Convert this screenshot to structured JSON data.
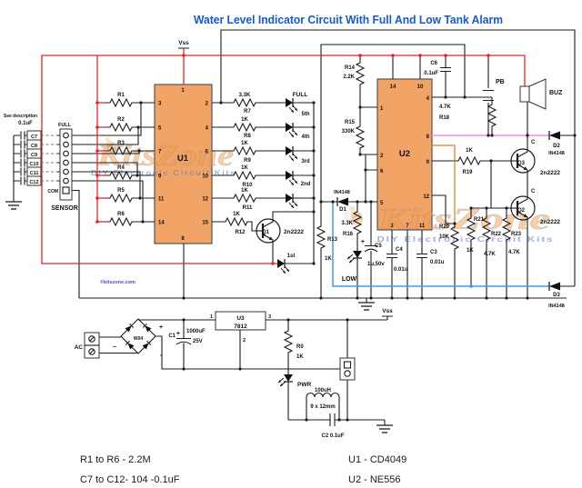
{
  "title": "Water Level Indicator Circuit With Full And Low Tank Alarm",
  "watermark": {
    "brand": "KitsZone",
    "tagline": "DIY Electronic Circuit Kits",
    "site": "©kitszone.com"
  },
  "sensor": {
    "heading": "SENSOR",
    "full": "FULL",
    "com": "COM",
    "note_line1": "See description",
    "note_line2": "0.1uF",
    "caps": [
      "C7",
      "C8",
      "C9",
      "C10",
      "C11",
      "C12"
    ]
  },
  "supply": {
    "vss_top": "Vss",
    "vss_psu": "Vss"
  },
  "u1": {
    "label": "U1",
    "pin_top": "1",
    "pin_bottom": "8",
    "pins_left": [
      "3",
      "5",
      "7",
      "9",
      "11",
      "14"
    ],
    "pins_right": [
      "2",
      "4",
      "6",
      "10",
      "12",
      "15"
    ]
  },
  "input_resistors": [
    "R1",
    "R2",
    "R3",
    "R4",
    "R5",
    "R6"
  ],
  "led_column": {
    "rows": [
      {
        "value": "3.3K",
        "ref": "R7",
        "level": "FULL"
      },
      {
        "value": "1K",
        "ref": "R8",
        "level": "5th"
      },
      {
        "value": "1K",
        "ref": "R9",
        "level": "4th"
      },
      {
        "value": "1K",
        "ref": "R10",
        "level": "3rd"
      },
      {
        "value": "1K",
        "ref": "R11",
        "level": "2nd"
      }
    ],
    "first_level": "1st"
  },
  "q1": {
    "ref": "Q1",
    "part": "2n2222",
    "base_res_value": "1K",
    "base_res_ref": "R12"
  },
  "r13": {
    "ref": "R13",
    "value": "1K"
  },
  "low_section": {
    "d1_ref": "D1",
    "d1_part": "IN4148",
    "r16_value": "3.3K",
    "r16_ref": "R16",
    "led": "LOW",
    "c5_plus": "+",
    "c5_ref": "C5",
    "c5_value": "1u,50v"
  },
  "u2": {
    "label": "U2",
    "pins_top": [
      "14",
      "10"
    ],
    "pins_left": [
      "1",
      "2",
      "6",
      "5"
    ],
    "pins_right": [
      "4",
      "8",
      "9",
      "12"
    ],
    "pins_bottom": [
      "3",
      "7",
      "11"
    ],
    "r14_ref": "R14",
    "r14_value": "2.2K",
    "r15_ref": "R15",
    "r15_value": "330K",
    "c6_ref": "C6",
    "c6_value": "0.1uF",
    "c4_ref": "C4",
    "c4_value": "0.01u",
    "c3_ref": "C3",
    "c3_value": "0.01u"
  },
  "alarm": {
    "r18_value": "4.7K",
    "r18_ref": "R18",
    "pb": "PB",
    "buzzer": "BUZ",
    "r19_value": "1K",
    "r19_ref": "R19",
    "q3_ref": "Q3",
    "q3_part": "2n2222",
    "q3_c": "C",
    "q2_ref": "Q2",
    "q2_part": "2n2222",
    "q2_c": "C",
    "d2_ref": "D2",
    "d2_part": "IN4148",
    "d3_ref": "D3",
    "d3_part": "IN4148",
    "r20_ref": "R20",
    "r20_value": "10K",
    "r21_ref": "R21",
    "r21_value": "1K",
    "r22_ref": "R22",
    "r22_value": "4.7K",
    "r23_ref": "R23",
    "r23_value": "4.7K"
  },
  "psu": {
    "ac": "AC",
    "bridge": "W04",
    "ac_mark": "~",
    "plus": "+",
    "minus": "-",
    "c1_ref": "C1",
    "c1_plus": "+",
    "c1_value": "1000uF",
    "c1_voltage": "25V",
    "u3_ref": "U3",
    "u3_part": "7812",
    "pin1": "1",
    "pin2": "2",
    "pin3": "3",
    "r0_ref": "R0",
    "r0_value": "1K",
    "pwr_led": "PWR",
    "inductor_value": "100uH",
    "inductor_size": "9 x 12mm",
    "c2_label": "C2 0.1uF"
  },
  "notes": {
    "resistors": "R1 to R6 - 2.2M",
    "capacitors": "C7 to C12- 104 -0.1uF",
    "u1": "U1 - CD4049",
    "u2": "U2 - NE556"
  },
  "colors": {
    "supply_wire": "#e62525",
    "signal_pink": "#f49af0",
    "signal_orange": "#e8943d",
    "low_net_blue": "#3d9ef0",
    "ic_fill": "#f2a466",
    "title_blue": "#1757d8"
  }
}
